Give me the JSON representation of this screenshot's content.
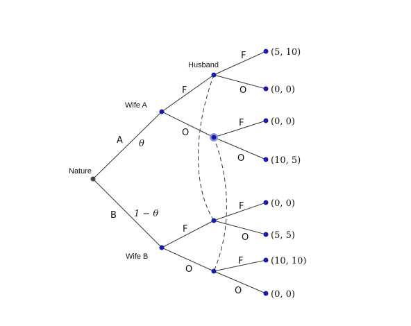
{
  "nodes": {
    "nature": "Nature",
    "wife_a": "Wife A",
    "wife_b": "Wife B",
    "husband": "Husband"
  },
  "edges": {
    "nature_a": "A",
    "nature_b": "B",
    "prob_a": "θ",
    "prob_b": "1 − θ",
    "wa_f": "F",
    "wa_o": "O",
    "wb_f": "F",
    "wb_o": "O",
    "h1_f": "F",
    "h1_o": "O",
    "h2_f": "F",
    "h2_o": "O",
    "h3_f": "F",
    "h3_o": "O",
    "h4_f": "F",
    "h4_o": "O"
  },
  "payoffs": [
    "(5, 10)",
    "(0, 0)",
    "(0, 0)",
    "(10, 5)",
    "(0, 0)",
    "(5, 5)",
    "(10, 10)",
    "(0, 0)"
  ],
  "colors": {
    "node": "#1a1aa8",
    "nature_node": "#444444",
    "edge": "#333333"
  }
}
